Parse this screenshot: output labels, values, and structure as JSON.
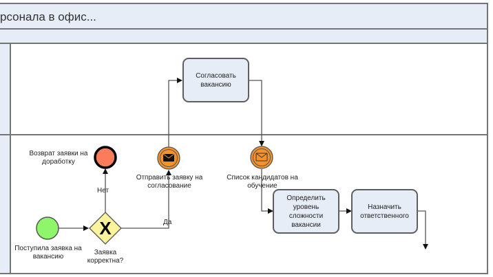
{
  "pool": {
    "title": "рсонала в офис...",
    "lanes": [
      "",
      ""
    ]
  },
  "colors": {
    "lane_fill": "#e6edf7",
    "border": "#747474",
    "start_event": "#8ff56a",
    "end_event": "#fa7c5c",
    "message_event": "#f5922a",
    "gateway": "#fbf49c",
    "task_fill": "#e6edf7"
  },
  "tasks": {
    "approve_vacancy": "Согласовать вакансию",
    "define_level": "Определить уровень сложности вакансии",
    "assign_responsible": "Назначить ответственного"
  },
  "events": {
    "start": "Поступила заявка на вакансию",
    "end_return": "Возврат заявки на доработку",
    "msg_send": "Отправить заявку на согласование",
    "msg_candidates": "Список кандидатов на обучение"
  },
  "gateway": {
    "label": "Заявка корректна?",
    "marker": "X"
  },
  "flows": {
    "no": "Нет",
    "yes": "Да"
  }
}
